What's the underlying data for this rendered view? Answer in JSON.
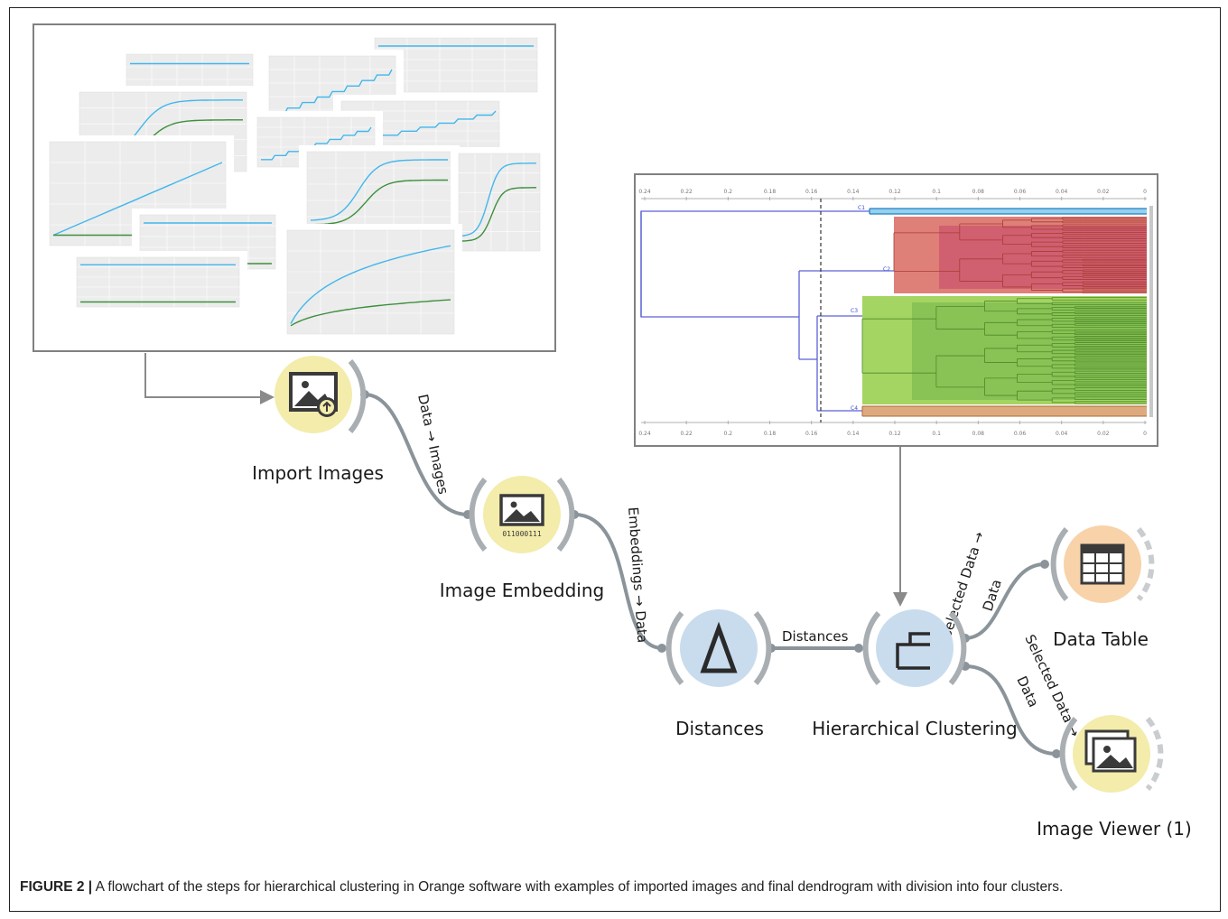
{
  "figure": {
    "caption_label": "FIGURE 2 |",
    "caption_text": " A flowchart of the steps for hierarchical clustering in Orange software with examples of imported images and final dendrogram with division into four clusters."
  },
  "widgets": {
    "import_images": "Import Images",
    "image_embedding": "Image Embedding",
    "distances": "Distances",
    "hierarchical_clustering": "Hierarchical Clustering",
    "data_table": "Data Table",
    "image_viewer": "Image Viewer (1)"
  },
  "links": {
    "import_to_embedding": "Data → Images",
    "embedding_to_distances": "Embeddings → Data",
    "distances_to_clustering": "Distances",
    "clustering_to_table_1": "Selected Data →",
    "clustering_to_table_2": "Data",
    "clustering_to_viewer_1": "Selected Data →",
    "clustering_to_viewer_2": "Data"
  },
  "image_embedding_code": "011000111",
  "dendrogram": {
    "axis_ticks": [
      "0.24",
      "0.22",
      "0.2",
      "0.18",
      "0.16",
      "0.14",
      "0.12",
      "0.1",
      "0.08",
      "0.06",
      "0.04",
      "0.02",
      "0"
    ],
    "cluster_labels": [
      "C1",
      "C2",
      "C3",
      "C4"
    ],
    "cluster_colors": [
      "#3fa9e0",
      "#d96a60",
      "#9fd25a",
      "#d9a070"
    ],
    "cut_at": 0.158
  },
  "colors": {
    "widget_yellow": "#f3ecab",
    "widget_blue": "#c9dcee",
    "widget_orange": "#f8d2a8",
    "link_gray": "#8a949a",
    "series_blue": "#41b7ec",
    "series_green": "#3d8f3d"
  }
}
